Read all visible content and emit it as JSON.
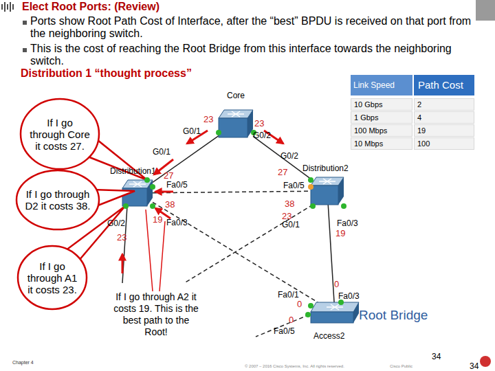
{
  "diagram": {
    "title": "Elect Root Ports: (Review)",
    "nodes": [
      {
        "text": [
          "Core"
        ]
      },
      {
        "text": [
          "If I go through Core it costs 27."
        ]
      },
      {
        "text": [
          "Distribution1"
        ]
      },
      {
        "text": [
          "Distribution2"
        ]
      },
      {
        "text": [
          "If I go through D2 it costs 38."
        ]
      },
      {
        "text": [
          "If I go through A1 it costs 23."
        ]
      },
      {
        "text": [
          "Access2"
        ]
      }
    ],
    "edges": [
      {
        "from": 0,
        "to": 2,
        "arrow": "none"
      },
      {
        "from": 0,
        "to": 3,
        "arrow": "none"
      },
      {
        "from": 2,
        "to": 3,
        "arrow": "none"
      },
      {
        "from": 2,
        "to": 6,
        "arrow": "none"
      },
      {
        "from": 3,
        "to": 6,
        "arrow": "none"
      }
    ],
    "labels": [
      "Ports show Root Path Cost of Interface, after the “best” BPDU is received on that port from the neighboring switch.",
      "This is the cost of reaching the Root Bridge from this interface towards the neighboring switch.",
      "Distribution 1 “thought process”",
      "Link Speed",
      "Path Cost",
      "10 Gbps",
      "2",
      "1 Gbps",
      "4",
      "100 Mbps",
      "19",
      "10 Mbps",
      "100",
      "G0/1",
      "23",
      "23",
      "G0/2",
      "G0/1",
      "27",
      "Fa0/5",
      "38",
      "19",
      "Fa0/3",
      "G0/2",
      "23",
      "G0/2",
      "27",
      "Fa0/5",
      "38",
      "23",
      "G0/1",
      "Fa0/3",
      "19",
      "0",
      "Fa0/1",
      "0",
      "Fa0/3",
      "0",
      "Fa0/5",
      "Root Bridge",
      "If I go through A2 it costs 19. This is the best path to the Root!",
      "Chapter 4",
      "© 2007 – 2016 Cisco Systems, Inc. All rights reserved.",
      "Cisco Public",
      "34",
      "34"
    ]
  }
}
